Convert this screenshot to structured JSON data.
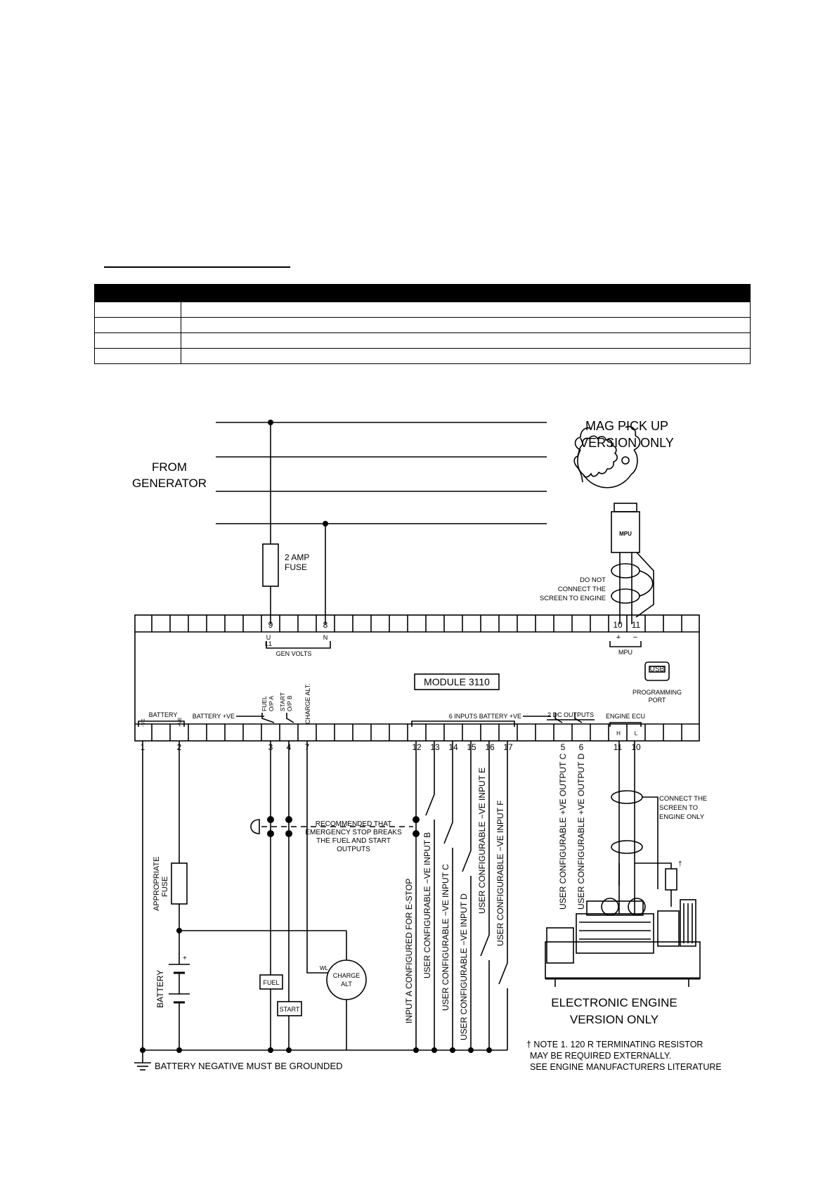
{
  "diagram": {
    "generator": {
      "line1": "FROM",
      "line2": "GENERATOR"
    },
    "fuse_2amp": {
      "line1": "2 AMP",
      "line2": "FUSE"
    },
    "mag_pickup": {
      "line1": "MAG PICK UP",
      "line2": "VERSION ONLY",
      "mpu_label": "MPU"
    },
    "screen_note_top": {
      "line1": "DO NOT",
      "line2": "CONNECT THE",
      "line3": "SCREEN TO ENGINE"
    },
    "top_terminals": [
      {
        "number": "9",
        "sub": "U"
      },
      {
        "number": "8",
        "sub": "N"
      },
      {
        "number": "10",
        "sub": "+"
      },
      {
        "number": "11",
        "sub": "−"
      }
    ],
    "top_groups": {
      "l1": "L1",
      "gen_volts": "GEN VOLTS",
      "mpu": "MPU"
    },
    "module_name": "MODULE 3110",
    "usb": {
      "label": "USB",
      "line1": "PROGRAMMING",
      "line2": "PORT"
    },
    "bottom_groups": {
      "battery": "BATTERY",
      "neg": "-VE",
      "pos": "+VE",
      "battery_pos_1": "BATTERY +VE",
      "fuel_a": {
        "line1": "FUEL",
        "line2": "O/P A"
      },
      "start_b": {
        "line1": "START",
        "line2": "O/P B"
      },
      "charge_alt": "CHARGE ALT.",
      "six_inputs": "6 INPUTS",
      "battery_pos_2": "BATTERY +VE",
      "dc_outputs": "2 DC OUTPUTS",
      "engine_ecu": "ENGINE ECU",
      "ecu_h": "H",
      "ecu_l": "L"
    },
    "bottom_terminals": [
      "1",
      "2",
      "3",
      "4",
      "7",
      "12",
      "13",
      "14",
      "15",
      "16",
      "17",
      "5",
      "6",
      "11",
      "10"
    ],
    "emergency_note": {
      "line1": "RECOMMENDED THAT",
      "line2": "EMERGENCY STOP BREAKS",
      "line3": "THE FUEL AND START",
      "line4": "OUTPUTS"
    },
    "screen_note_bottom": {
      "line1": "CONNECT THE",
      "line2": "SCREEN TO",
      "line3": "ENGINE ONLY"
    },
    "battery_fuse": {
      "line1": "APPROPRIATE",
      "line2": "FUSE"
    },
    "battery_label": "BATTERY",
    "battery_plus": "+",
    "fuel_relay": "FUEL",
    "start_relay": "START",
    "charge_alternator": {
      "wl": "WL",
      "line1": "CHARGE",
      "line2": "ALT"
    },
    "input_labels": [
      "INPUT A CONFIGURED FOR E-STOP",
      "USER CONFIGURABLE −VE INPUT B",
      "USER CONFIGURABLE −VE INPUT C",
      "USER CONFIGURABLE −VE INPUT D",
      "USER CONFIGURABLE −VE INPUT E",
      "USER CONFIGURABLE −VE INPUT F"
    ],
    "output_labels": [
      "USER CONFIGURABLE +VE OUTPUT C",
      "USER CONFIGURABLE +VE OUTPUT D"
    ],
    "resistor_mark": "†",
    "electronic_engine": {
      "line1": "ELECTRONIC ENGINE",
      "line2": "VERSION ONLY"
    },
    "note": {
      "line1": "† NOTE 1. 120 R TERMINATING RESISTOR",
      "line2": "MAY BE REQUIRED EXTERNALLY.",
      "line3": "SEE ENGINE MANUFACTURERS LITERATURE"
    },
    "ground_note": "BATTERY NEGATIVE MUST BE GROUNDED"
  }
}
